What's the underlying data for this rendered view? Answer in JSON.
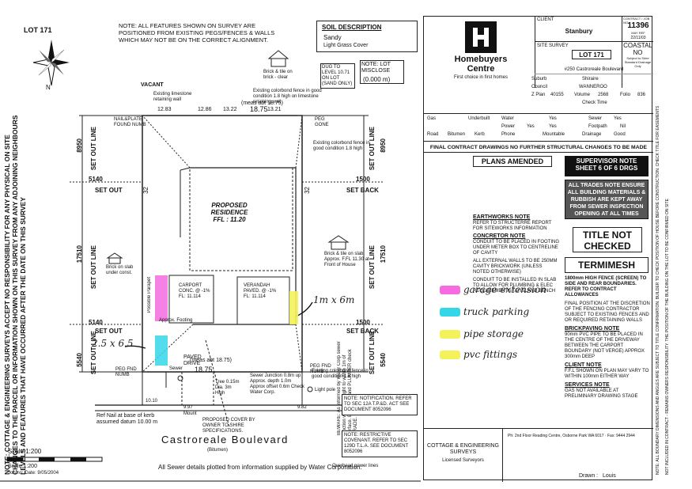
{
  "drawing": {
    "lot_label": "LOT 171",
    "note_top": "NOTE: ALL FEATURES SHOWN ON SURVEY ARE POSITIONED FROM EXISTING PEGS/FENCES & WALLS WHICH MAY NOT BE ON THE CORRECT ALIGNMENT.",
    "soil_title": "SOIL DESCRIPTION",
    "soil_type": "Sandy",
    "soil_cover": "Light Grass Cover",
    "dug_note": "DUG TO LEVEL 10.71 ON LOT (SAND ONLY)",
    "misclose_label": "NOTE: LOT MISCLOSE",
    "misclose_value": "(0.000 m)",
    "brick_tile_note": "Brick & tile on brick - clear",
    "vacant": "VACANT",
    "limestone_note": "Existing limestone retaining wall",
    "colorbond_note1": "Existing colorbond fence in good condition 1.8 high on limestone retaining wall",
    "colorbond_note2": "Existing colorbond fence in good condition 1.8 high",
    "colorbond_note3": "Existing colorbond fence in good condition 1.8 high",
    "peg_found_tl": "NAIL&PLATE FOUND NUMB",
    "peg_gone": "PEG GONE",
    "peg_found_bl": "PEG FND NUMB",
    "peg_found_br": "PEG FND NUMB",
    "levels": [
      "12.83",
      "12.86",
      "13.22",
      "13.21"
    ],
    "top_dim": "18.75",
    "top_meas": "(meas abt 18.75)",
    "bottom_dim": "18.75",
    "bottom_meas": "(meas abt 18.75)",
    "left_dims": [
      "8950",
      "17510",
      "5540"
    ],
    "right_dims": [
      "8950",
      "17510",
      "5540"
    ],
    "set_out_line": "SET OUT LINE",
    "set_out": "SET OUT",
    "set_back": "SET BACK",
    "dim_5140": "5140",
    "dim_1500": "1500",
    "side_32": "32",
    "residence_title": "PROPOSED RESIDENCE",
    "ffl": "FFL : 11.20",
    "carport": "CARPORT CONC. @ -1% FL: 11.114",
    "verandah": "VERANDAH PAVED. @ -1% FL: 11.114",
    "paved_drive": "PAVED DRIVE",
    "approx_footing": "Approx. Footing",
    "possible_parapet": "Possible Parapet",
    "brick_slab_left": "Brick on slab under const.",
    "brick_slab_right": "Brick & tile on slab Approx. F.FL 11.30 at Front of House",
    "sewer_note": "Sewer Junction 0.8m up Approx. depth 1.0m Approx offset 0.6m Check Water Corp.",
    "tree_note": "Tree 0.15m Dia. 3m High",
    "light_pole": "Light pole",
    "sewer_label": "Sewer",
    "cover_note": "PROPOSED COVER BY OWNER TO SHIRE SPECIFICATIONS.",
    "kerb_note": "Ref Nail at base of kerb assumed datum 10.00 m",
    "mount": "Mount",
    "road_levels": [
      "10.10",
      "9.97",
      "9.82"
    ],
    "street_name": "Castroreale Boulevard",
    "street_surface": "(Bitumen)",
    "scale1": "Scale 1:200",
    "scale2": "Scale 1:200",
    "date_line": "Job no:   Date:   9/05/2004",
    "water_corp_footer": "All Sewer details plotted from information supplied by Water Corporation.",
    "overhead_lines": "Overhead power lines",
    "beware": "BEWARE: As informed by Water Corp sewer junction will be brought to within 1m of surface. BUILDER and PLUMBER check GRADE.",
    "note_notification": "NOTE: NOTIFICATION. REFER TO SEC 12A T.P.&D. ACT SEE DOCUMENT 8052096",
    "note_restrictive": "NOTE: RESTRICTIVE COVENANT. REFER TO SEC 129D T.L.A. SEE DOCUMENT 8052096",
    "left_vert": "NOTE: COTTAGE & ENGINEERING SURVEYS ACCEPT NO RESPONSIBILITY FOR ANY PHYSICAL ON SITE CHANGES TO THE PARCEL OR INFORMATION SHOWN ON THIS SURVEY FROM ANY ADJOINING NEIGHBOURS LEVELS AND FEATURES THAT HAVE OCCURRED AFTER THE DATE ON THIS SURVEY",
    "handwritten_1": "1m x 6m",
    "handwritten_2": "2.5 x 6.5",
    "north": "N"
  },
  "sheet": {
    "client_label": "CLIENT",
    "client": "Stanbury",
    "contract_label": "CONTRACT / JOB NO",
    "contract": "11396",
    "rev_label": "MAY REF",
    "rev": "22/11/03",
    "site_label": "SITE SURVEY",
    "lot": "LOT  171",
    "coastal": "COASTAL",
    "coastal_no": "NO",
    "coastal_note": "Subject to Shire Standard Drainage Only",
    "brand_line1": "Homebuyers",
    "brand_line2": "Centre",
    "brand_tag": "First choice in first homes",
    "address": "#250 Castroreale Boulevard",
    "suburb_label": "Suburb",
    "suburb": "Shiraire",
    "council_label": "Council",
    "council": "WANNEROO",
    "lot_label": "Z  Plan",
    "plan": "40155",
    "vol_label": "Volume",
    "vol": "2568",
    "fol_label": "Folio",
    "fol": "836",
    "check_label": "Check Time",
    "gas_label": "Gas",
    "gas": "Underbuilt",
    "water_label": "Water",
    "water": "Yes",
    "sewer_label": "Sewer",
    "sewer": "Yes",
    "power_label": "Power",
    "power": "Yes",
    "phone_label": "Phone",
    "phone": "Yes",
    "footpath_label": "Footpath",
    "footpath": "Nil",
    "road_label": "Road",
    "road": "Bitumen",
    "kerb_label": "Kerb",
    "kerb": "Mountable",
    "drainage_label": "Drainage",
    "drainage": "Good",
    "final_banner": "FINAL CONTRACT DRAWINGS NO FURTHER STRUCTURAL CHANGES TO BE MADE",
    "plans_amended": "PLANS AMENDED",
    "supervisor_note": "SUPERVISOR NOTE",
    "sheet_of": "SHEET 6 OF 6 DRGS",
    "all_trades": "ALL TRADES NOTE ENSURE ALL BUILDING MATERIALS & RUBBISH ARE KEPT AWAY FROM SEWER INSPECTION OPENING AT ALL TIMES",
    "title_not_checked": "TITLE NOT CHECKED",
    "termimesh": "TERMIMESH",
    "earthworks_title": "EARTHWORKS NOTE",
    "earthworks_body": "REFER TO STRUCTERRE REPORT FOR SITEWORKS INFORMATION",
    "concretor_title": "CONCRETOR NOTE",
    "concretor_body": "CONDUIT TO BE PLACED IN FOOTING UNDER METER BOX TO CENTRELINE OF CAVITY",
    "external_walls": "ALL EXTERNAL WALLS TO BE 250MM CAVITY BRICKWORK (UNLESS NOTED OTHERWISE)",
    "conduit_note": "CONDUIT TO BE INSTALLED IN SLAB TO ALLOW FOR PLUMBING & ELEC REQUIREMENTS TO ISLAND BENCH",
    "fence_note": "1800mm HIGH FENCE (SCREEN) TO SIDE AND REAR BOUNDARIES. REFER TO CONTRACT ALLOWANCES",
    "final_position": "FINAL POSITION AT THE DISCRETION OF THE FENCING CONTRACTOR SUBJECT TO EXISTING FENCES AND OR REQUIRED RETAINING WALLS",
    "brickpaving_title": "BRICKPAVING NOTE",
    "brickpaving_body": "90mm PVC PIPE TO BE PLACED IN THE CENTRE OF THE DRIVEWAY BETWEEN THE CARPORT BOUNDARY (NOT VERGE) APPROX 300mm DEEP",
    "client_note_title": "CLIENT NOTE",
    "client_note_body": "F.F.L SHOWN ON PLAN MAY VARY TO WITHIN 100mm EITHER WAY",
    "services_title": "SERVICES NOTE",
    "services_body": "GAS NOT AVAILABLE AT PRELIMINARY DRAWING STAGE",
    "legend": [
      {
        "label": "garage extension",
        "color": "#f56be0"
      },
      {
        "label": "truck parking",
        "color": "#35d6e8"
      },
      {
        "label": "pipe storage",
        "color": "#f4f25a"
      },
      {
        "label": "pvc fittings",
        "color": "#f4f25a"
      }
    ],
    "surveyor_line1": "COTTAGE & ENGINEERING",
    "surveyor_line2": "SURVEYS",
    "surveyor_line3": "Licensed Surveyors",
    "surveyor_addr": "Ph: 2nd Floor Reading Centre, Osborne Park WA 6017 · Fax: 9444 2944",
    "drawn_label": "Drawn :",
    "drawn": "Louis",
    "right_vert": "NOTE: ALL BOUNDARY DIMENSIONS AND ANGLES ARE SUBJECT TO TITLE CONFIRMATION. BUILDER TO CHECK POSITION OF HOUSE BEFORE CONSTRUCTION. CHECK TITLE FOR EASEMENTS",
    "right_vert2": "NOT INCLUDED IN CONTRACT - REMAINS OWNERS RESPONSIBILITY. THE POSITION OF THE BUILDING ON THE LOT TO BE CONFIRMED ON SITE"
  }
}
